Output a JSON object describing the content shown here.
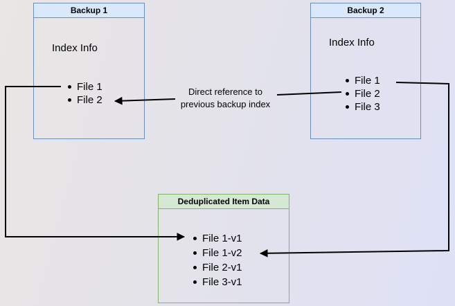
{
  "boxes": {
    "backup1": {
      "title": "Backup 1",
      "label": "Index Info",
      "items": [
        "File 1",
        "File 2"
      ]
    },
    "backup2": {
      "title": "Backup 2",
      "label": "Index Info",
      "items": [
        "File 1",
        "File 2",
        "File 3"
      ]
    },
    "dedup": {
      "title": "Deduplicated Item Data",
      "items": [
        "File 1-v1",
        "File 1-v2",
        "File 2-v1",
        "File 3-v1"
      ]
    }
  },
  "edges": {
    "direct_reference": {
      "label_line1": "Direct reference to",
      "label_line2": "previous backup index"
    }
  },
  "colors": {
    "blue_fill": "#dae8fc",
    "blue_border": "#6c8ebf",
    "green_fill": "#d5e8d4",
    "green_border": "#82b366",
    "connector": "#000000"
  }
}
